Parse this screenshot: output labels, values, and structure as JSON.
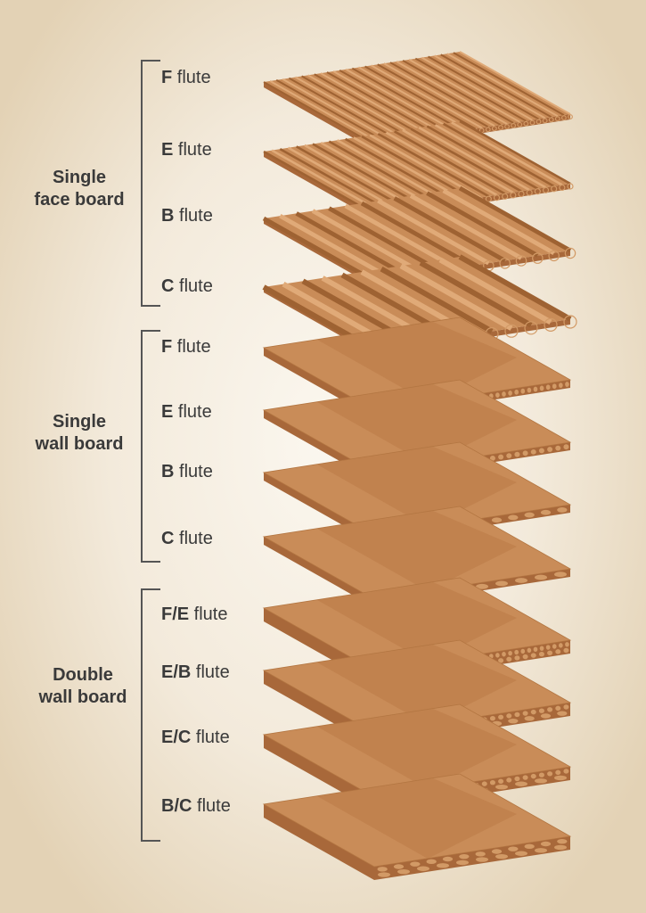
{
  "groups": [
    {
      "title_line1": "Single",
      "title_line2": "face board",
      "kind": "single-face",
      "boards": [
        {
          "code": "F",
          "suffix": " flute"
        },
        {
          "code": "E",
          "suffix": " flute"
        },
        {
          "code": "B",
          "suffix": " flute"
        },
        {
          "code": "C",
          "suffix": " flute"
        }
      ]
    },
    {
      "title_line1": "Single",
      "title_line2": "wall board",
      "kind": "single-wall",
      "boards": [
        {
          "code": "F",
          "suffix": " flute"
        },
        {
          "code": "E",
          "suffix": " flute"
        },
        {
          "code": "B",
          "suffix": " flute"
        },
        {
          "code": "C",
          "suffix": " flute"
        }
      ]
    },
    {
      "title_line1": "Double",
      "title_line2": "wall board",
      "kind": "double-wall",
      "boards": [
        {
          "code": "F/E",
          "suffix": " flute"
        },
        {
          "code": "E/B",
          "suffix": " flute"
        },
        {
          "code": "E/C",
          "suffix": " flute"
        },
        {
          "code": "B/C",
          "suffix": " flute"
        }
      ]
    }
  ],
  "colors": {
    "top": "#c98c58",
    "top_dark": "#b97a47",
    "edge": "#a8683a",
    "flute": "#d29a66",
    "line": "#555555"
  }
}
